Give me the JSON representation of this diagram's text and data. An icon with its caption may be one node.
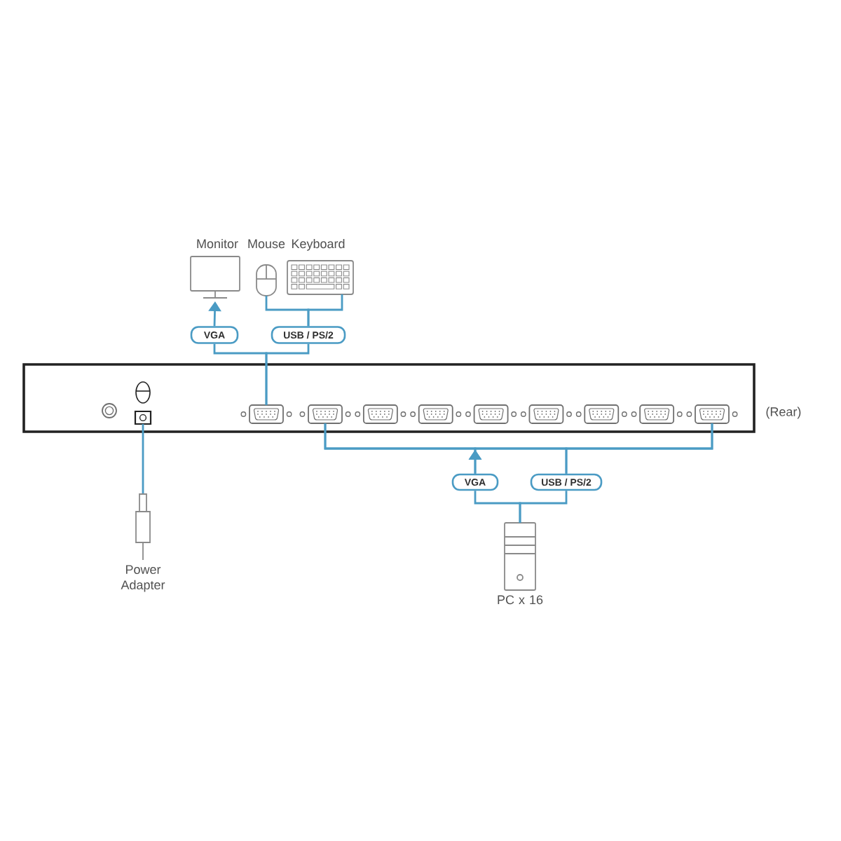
{
  "diagram": {
    "nodes": [
      {
        "text": [
          "Monitor"
        ]
      },
      {
        "text": [
          "Mouse"
        ]
      },
      {
        "text": [
          "Keyboard"
        ]
      },
      {
        "text": [
          "VGA"
        ]
      },
      {
        "text": [
          "USB / PS/2"
        ]
      },
      {
        "text": [],
        "shape": "box",
        "beside": [
          "(Rear)"
        ]
      },
      {
        "text": [],
        "shape": "picture",
        "in": 5
      },
      {
        "text": [],
        "shape": "picture",
        "in": 5
      },
      {
        "text": [],
        "shape": "picture",
        "in": 5
      },
      {
        "text": [],
        "shape": "picture",
        "in": 5
      },
      {
        "text": [],
        "shape": "picture",
        "in": 5
      },
      {
        "text": [],
        "shape": "picture",
        "in": 5
      },
      {
        "text": [],
        "shape": "picture",
        "in": 5
      },
      {
        "text": [],
        "shape": "picture",
        "in": 5
      },
      {
        "text": [],
        "shape": "picture",
        "in": 5
      },
      {
        "text": [],
        "shape": "picture",
        "in": 5
      },
      {
        "text": [
          "VGA"
        ]
      },
      {
        "text": [
          "USB / PS/2"
        ]
      },
      {
        "text": [
          "Power Adapter"
        ]
      },
      {
        "text": [
          "PC x 16"
        ]
      }
    ],
    "edges": [
      {
        "from": 3,
        "to": 0,
        "arrow": "to"
      },
      {
        "from": 1,
        "to": 4,
        "arrow": "none"
      },
      {
        "from": 2,
        "to": 4,
        "arrow": "none"
      },
      {
        "from": 7,
        "to": 3,
        "arrow": "none"
      },
      {
        "from": 7,
        "to": 4,
        "arrow": "none"
      },
      {
        "from": 16,
        "to": 8,
        "arrow": "to"
      },
      {
        "from": 16,
        "to": 15,
        "arrow": "to"
      },
      {
        "from": 17,
        "to": 8,
        "arrow": "none"
      },
      {
        "from": 17,
        "to": 15,
        "arrow": "none"
      },
      {
        "from": 19,
        "to": 16,
        "arrow": "none"
      },
      {
        "from": 19,
        "to": 17,
        "arrow": "none"
      },
      {
        "from": 6,
        "to": 18,
        "arrow": "none"
      }
    ]
  }
}
